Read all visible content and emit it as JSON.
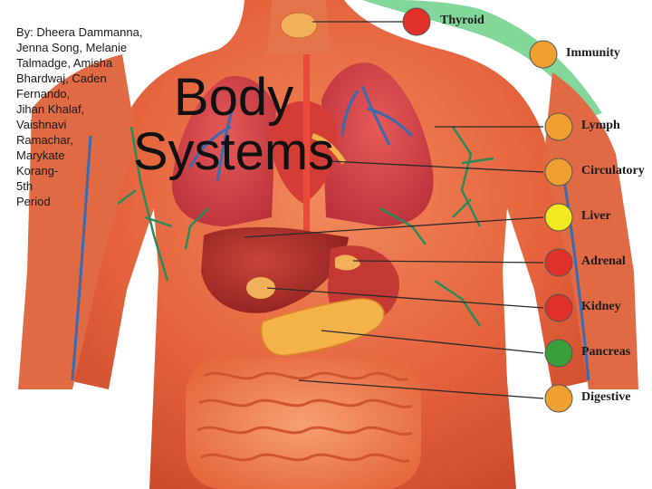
{
  "slide": {
    "authors": "By: Dheera Dammanna,\nJenna Song, Melanie\nTalmadge, Amisha\nBhardwaj, Caden\nFernando,\nJihan Khalaf,\nVaishnavi\nRamachar,\nMarykate\nKorang-\n5th\nPeriod",
    "title_line1": "Body",
    "title_line2": "Systems"
  },
  "systems": [
    {
      "label": "Thyroid",
      "color": "#e0302a"
    },
    {
      "label": "Immunity",
      "color": "#f0a030"
    },
    {
      "label": "Lymph",
      "color": "#f0a030"
    },
    {
      "label": "Circulatory",
      "color": "#f0a030"
    },
    {
      "label": "Liver",
      "color": "#f2ea1e"
    },
    {
      "label": "Adrenal",
      "color": "#e0302a"
    },
    {
      "label": "Kidney",
      "color": "#e0302a"
    },
    {
      "label": "Pancreas",
      "color": "#3a9e3a"
    },
    {
      "label": "Digestive",
      "color": "#f0a030"
    }
  ],
  "colors": {
    "skin_muscle": "#e8603a",
    "vein": "#3a6ab0",
    "lymph_vessel": "#2a8a5a",
    "lymph_highlight": "#6fd08a",
    "pancreas": "#f4b24a"
  }
}
